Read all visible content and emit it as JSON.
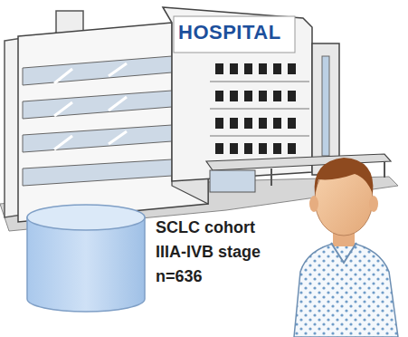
{
  "diagram": {
    "labels": [
      "HOSPITAL",
      "SCLC cohort",
      "IIIA-IVB stage",
      "n=636"
    ]
  }
}
